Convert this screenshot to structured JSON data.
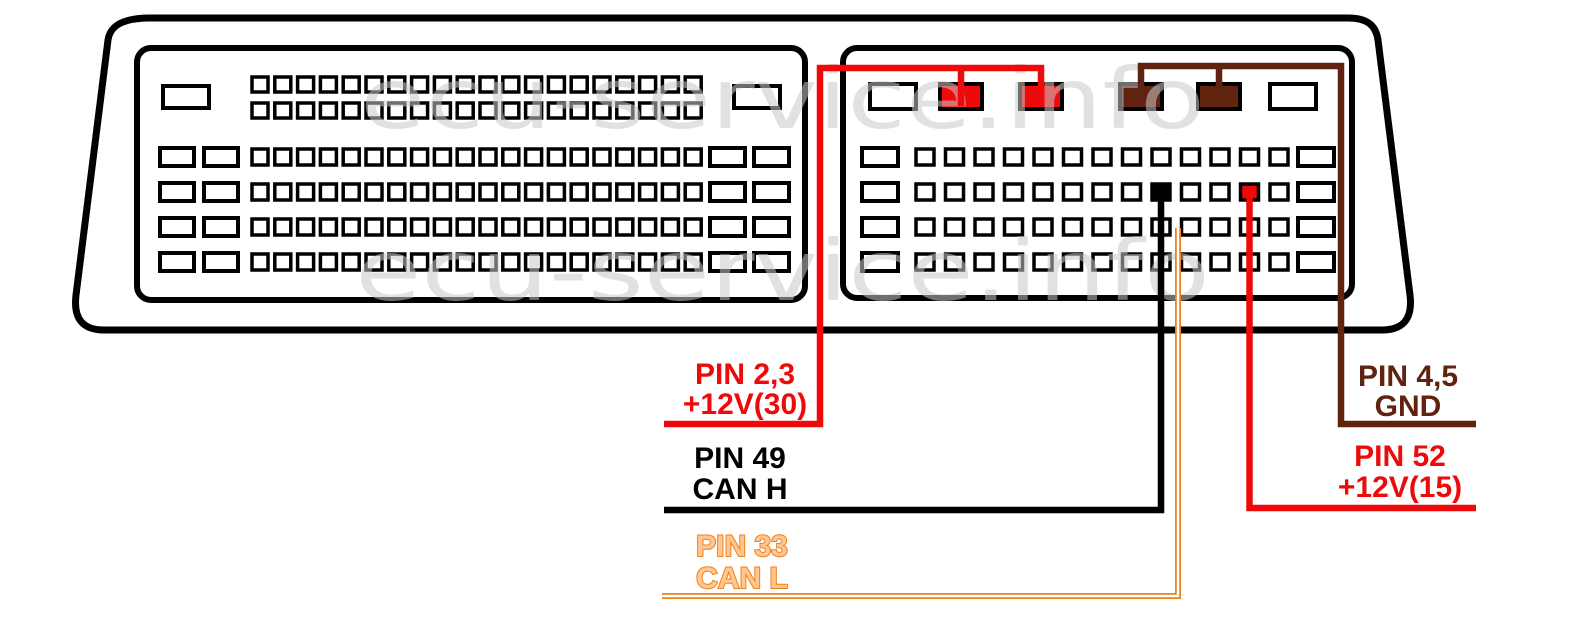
{
  "colors": {
    "red": "#ee0a0a",
    "brown": "#5f2310",
    "orange": "#f08019",
    "orange_light": "#ffc690",
    "watermark": "#c9c9c9"
  },
  "watermark": {
    "text": "ecu-service.info"
  },
  "labels": {
    "pin23": {
      "line1": "PIN 2,3",
      "line2": "+12V(30)"
    },
    "pin49": {
      "line1": "PIN 49",
      "line2": "CAN H"
    },
    "pin33": {
      "line1": "PIN 33",
      "line2": "CAN L"
    },
    "pin45": {
      "line1": "PIN 4,5",
      "line2": "GND"
    },
    "pin52": {
      "line1": "PIN 52",
      "line2": "+12V(15)"
    }
  }
}
